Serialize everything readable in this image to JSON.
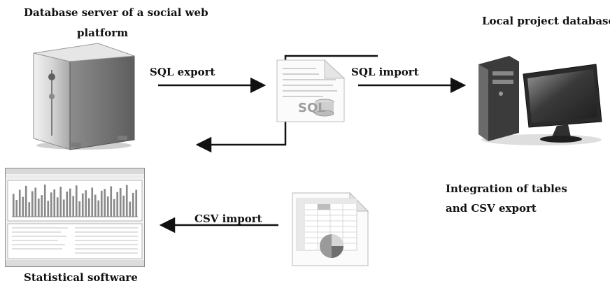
{
  "diagram": {
    "labels": {
      "server_title_line1": "Database server of a social web",
      "server_title_line2": "platform",
      "local_db_title": "Local project database",
      "sql_export": "SQL export",
      "sql_import": "SQL import",
      "integration_line1": "Integration of tables",
      "integration_line2": "and CSV export",
      "csv_import": "CSV import",
      "stat_software": "Statistical software"
    },
    "sql_file": {
      "badge": "SQL",
      "icon": "sql-document-icon"
    },
    "icons": {
      "server": "database-server-icon",
      "local_pc": "desktop-computer-icon",
      "spreadsheet": "spreadsheet-file-icon",
      "stat_window": "statistics-software-screenshot"
    },
    "colors": {
      "arrow": "#111111",
      "chart_bars": "#8a8a8a"
    },
    "chart_data": {
      "type": "bar",
      "values": [
        52,
        38,
        61,
        45,
        70,
        33,
        58,
        66,
        41,
        49,
        73,
        36,
        55,
        62,
        44,
        68,
        39,
        57,
        64,
        47,
        71,
        35,
        53,
        60,
        42,
        66,
        50,
        37,
        59,
        63,
        46,
        69,
        40,
        56,
        65,
        48,
        72,
        34,
        54,
        61
      ]
    }
  }
}
